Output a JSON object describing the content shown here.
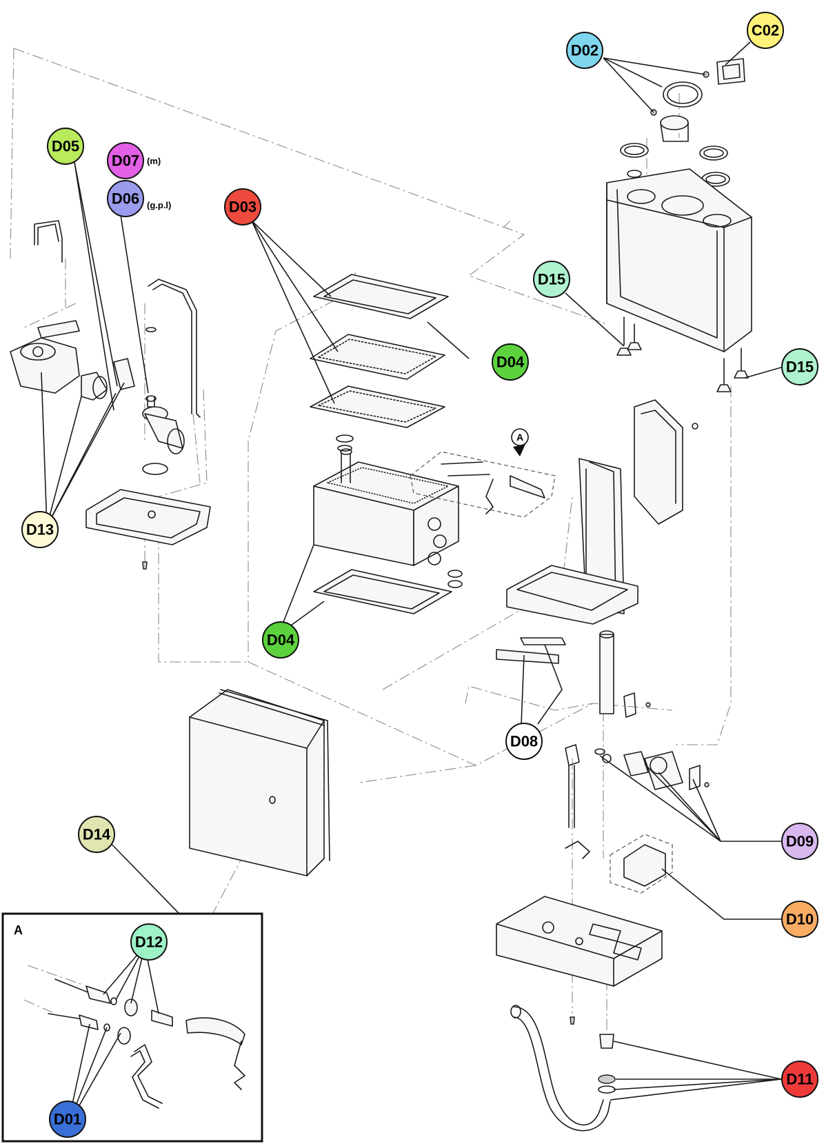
{
  "colors": {
    "D01": "#3a6fd8",
    "D02": "#7fd6ee",
    "C02": "#fff27a",
    "D03": "#ef4a3e",
    "D04": "#5cd23e",
    "D05": "#b9ea5c",
    "D06": "#9b9cee",
    "D07": "#e25fe6",
    "D08": "#ffffff",
    "D09": "#d9b8f0",
    "D10": "#f9ac64",
    "D11": "#ef3a3a",
    "D12": "#9df2c6",
    "D13": "#fffbd6",
    "D14": "#dfe4b0",
    "D15": "#aef2cf"
  },
  "callouts": {
    "c02": "C02",
    "d02": "D02",
    "d05": "D05",
    "d07": "D07",
    "d07_note": "(m)",
    "d06": "D06",
    "d06_note": "(g.p.l)",
    "d03": "D03",
    "d15_left": "D15",
    "d15_right": "D15",
    "d04_top": "D04",
    "d04_bottom": "D04",
    "d13": "D13",
    "d08": "D08",
    "d09": "D09",
    "d10": "D10",
    "d14": "D14",
    "d12": "D12",
    "d01": "D01",
    "d11": "D11"
  },
  "detail": {
    "flag_label": "A",
    "inset_label": "A"
  }
}
